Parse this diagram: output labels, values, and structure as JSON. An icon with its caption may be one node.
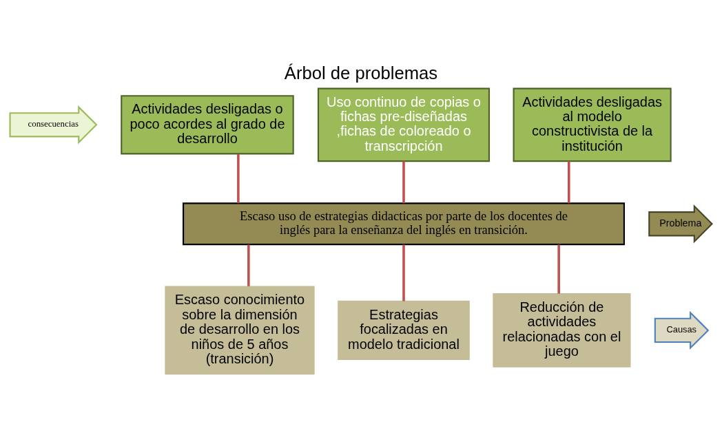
{
  "diagram": {
    "title": "Árbol de problemas",
    "nodes": [
      {
        "text": [
          "consecuencias"
        ]
      },
      {
        "text": [
          "Actividades desligadas o poco acordes al grado de desarrollo"
        ]
      },
      {
        "text": [
          "Uso continuo de copias o fichas pre-diseñadas ,fichas de coloreado o transcripción"
        ]
      },
      {
        "text": [
          "Actividades desligadas al modelo constructivista de la institución"
        ]
      },
      {
        "text": [
          "Problema"
        ]
      },
      {
        "text": [
          "Escaso uso de estrategias didacticas por parte de los docentes de inglés para la enseñanza del inglés en transición."
        ]
      },
      {
        "text": [
          "Causas"
        ]
      },
      {
        "text": [
          "Escaso conocimiento sobre la dimensión de desarrollo en los niños de 5 años (transición)"
        ]
      },
      {
        "text": [
          "Estrategias focalizadas en modelo tradicional"
        ]
      },
      {
        "text": [
          "Reducción de actividades relacionadas con el juego"
        ]
      }
    ],
    "edges": [
      {
        "from": 1,
        "to": 5,
        "arrow": "none"
      },
      {
        "from": 2,
        "to": 5,
        "arrow": "none"
      },
      {
        "from": 3,
        "to": 5,
        "arrow": "none"
      },
      {
        "from": 5,
        "to": 7,
        "arrow": "none"
      },
      {
        "from": 5,
        "to": 8,
        "arrow": "none"
      },
      {
        "from": 5,
        "to": 9,
        "arrow": "none"
      }
    ]
  }
}
